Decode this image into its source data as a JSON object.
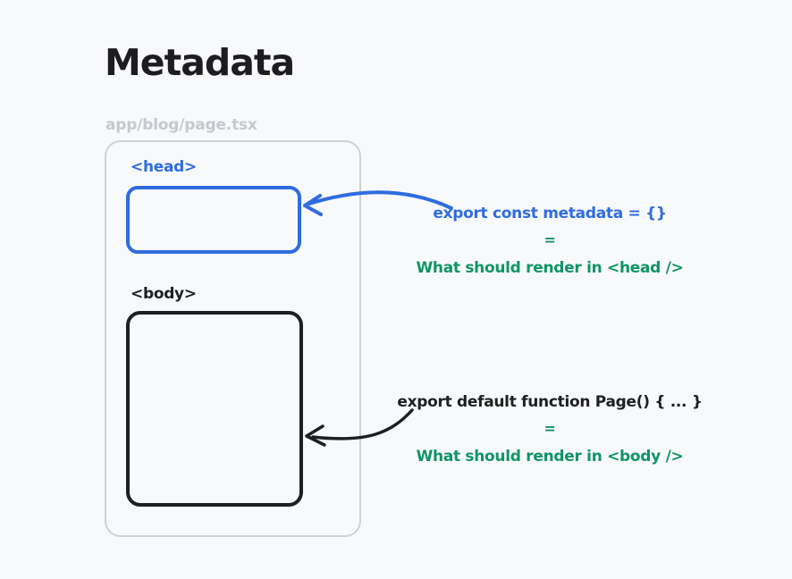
{
  "page": {
    "title": "Metadata"
  },
  "diagram": {
    "file_label": "app/blog/page.tsx",
    "head_tag_label": "<head>",
    "body_tag_label": "<body>"
  },
  "annotations": {
    "head": {
      "code": "export const metadata = {}",
      "equals": "=",
      "description": "What should render in <head />"
    },
    "body": {
      "code": "export default function Page() { ... }",
      "equals": "=",
      "description": "What should render in <body />"
    }
  },
  "colors": {
    "background": "#f8f9fa",
    "accent_blue": "#2f6ce0",
    "accent_green": "#109468",
    "ink_black": "#1d1f21",
    "muted_gray": "#c4c9cf",
    "frame_gray": "#ced2d7"
  }
}
